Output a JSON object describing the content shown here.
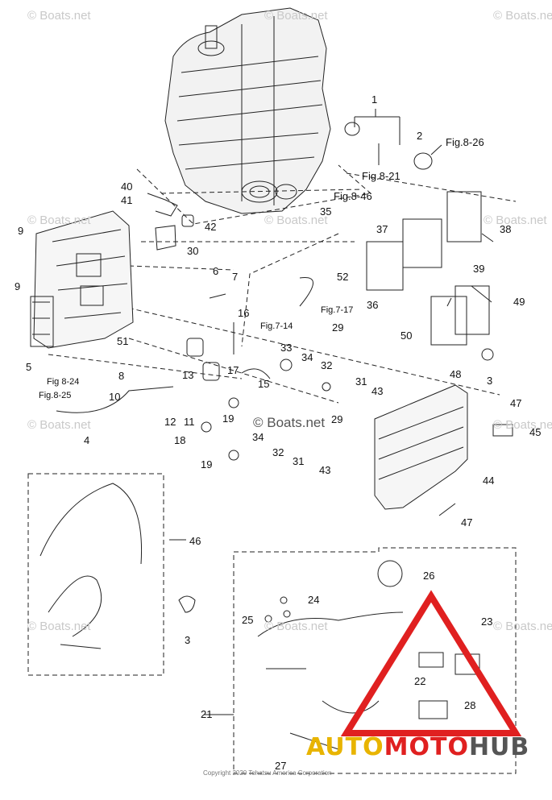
{
  "watermark": "© Boats.net",
  "copyright": "Copyright 2020 Tohatsu America Corporation",
  "brand": {
    "part1": "AUTO",
    "part2": "MOTO",
    "part3": "HUB"
  },
  "colors": {
    "line": "#222222",
    "watermark": "#c9c9c9",
    "brand_yellow": "#e8b400",
    "brand_red": "#e02020",
    "brand_gray": "#555555"
  },
  "callouts": {
    "c1": "1",
    "c2": "2",
    "c3a": "3",
    "c3b": "3",
    "c4": "4",
    "c5": "5",
    "c6": "6",
    "c7": "7",
    "c8": "8",
    "c9a": "9",
    "c9b": "9",
    "c10": "10",
    "c11": "11",
    "c12": "12",
    "c13": "13",
    "c15": "15",
    "c16": "16",
    "c17": "17",
    "c18": "18",
    "c19a": "19",
    "c19b": "19",
    "c21": "21",
    "c22": "22",
    "c23": "23",
    "c24": "24",
    "c25": "25",
    "c26": "26",
    "c27": "27",
    "c28": "28",
    "c29a": "29",
    "c29b": "29",
    "c30": "30",
    "c31a": "31",
    "c31b": "31",
    "c32a": "32",
    "c32b": "32",
    "c33": "33",
    "c34a": "34",
    "c34b": "34",
    "c35": "35",
    "c36": "36",
    "c37": "37",
    "c38": "38",
    "c39": "39",
    "c40": "40",
    "c41": "41",
    "c42": "42",
    "c43a": "43",
    "c43b": "43",
    "c44": "44",
    "c45": "45",
    "c46": "46",
    "c47a": "47",
    "c47b": "47",
    "c48": "48",
    "c49": "49",
    "c50": "50",
    "c51": "51",
    "c52": "52"
  },
  "refs": {
    "fig8_26": "Fig.8-26",
    "fig8_21": "Fig.8-21",
    "fig8_46": "Fig.8-46",
    "fig7_17": "Fig.7-17",
    "fig7_14": "Fig.7-14",
    "fig8_24": "Fig 8-24",
    "fig8_25": "Fig.8-25"
  }
}
